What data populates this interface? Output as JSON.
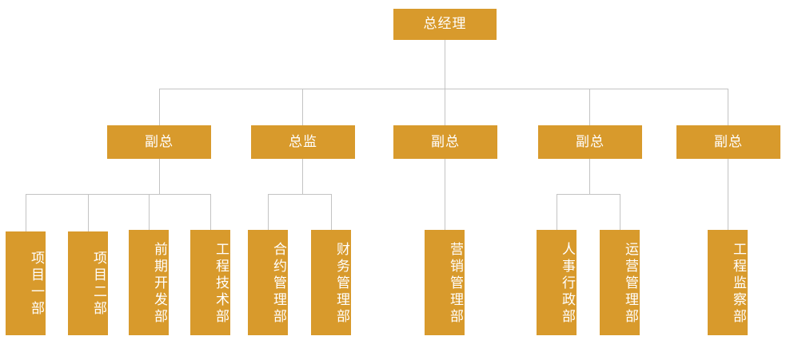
{
  "chart": {
    "type": "org-chart",
    "title": "",
    "accent_color": "#d89a2c",
    "line_color": "#c3c3c3",
    "text_color": "#ffffff",
    "background": "#ffffff"
  },
  "nodes": {
    "root": {
      "label": "总经理"
    },
    "level2": [
      {
        "label": "副总"
      },
      {
        "label": "总监"
      },
      {
        "label": "副总"
      },
      {
        "label": "副总"
      },
      {
        "label": "副总"
      }
    ],
    "level3": [
      {
        "label": "项目一部"
      },
      {
        "label": "项目二部"
      },
      {
        "label": "前期开发部"
      },
      {
        "label": "工程技术部"
      },
      {
        "label": "合约管理部"
      },
      {
        "label": "财务管理部"
      },
      {
        "label": "营销管理部"
      },
      {
        "label": "人事行政部"
      },
      {
        "label": "运营管理部"
      },
      {
        "label": "工程监察部"
      }
    ]
  }
}
